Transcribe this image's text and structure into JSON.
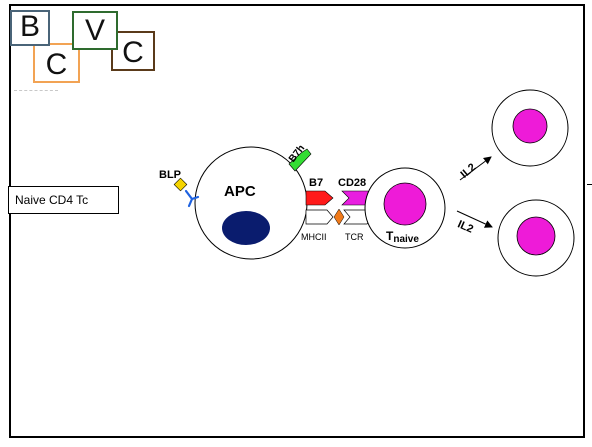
{
  "logo": {
    "letters": [
      "B",
      "C",
      "V",
      "C"
    ],
    "colors": {
      "b": "#4a6478",
      "c1": "#f2a354",
      "v": "#2e6b2e",
      "c2": "#5a3a1a"
    }
  },
  "slide": {
    "label_box": "Naive CD4 Tc"
  },
  "diagram": {
    "apc_label": "APC",
    "b7h_label": "B7h",
    "blp_label": "BLP",
    "b7_label": "B7",
    "cd28_label": "CD28",
    "mhcii_label": "MHCII",
    "tcr_label": "TCR",
    "tnaive_main": "T",
    "tnaive_sub": "naive",
    "il2_top": "IL2",
    "il2_bottom": "IL2"
  },
  "colors": {
    "nucleus_apc": "#0a1c6e",
    "nucleus_t": "#ee1bd8",
    "b7": "#ff1a1a",
    "cd28": "#e81ee0",
    "b7h": "#33dd33",
    "blp": "#f5d400",
    "receptor": "#1e62e0",
    "tcr_diamond": "#f07a1a"
  }
}
